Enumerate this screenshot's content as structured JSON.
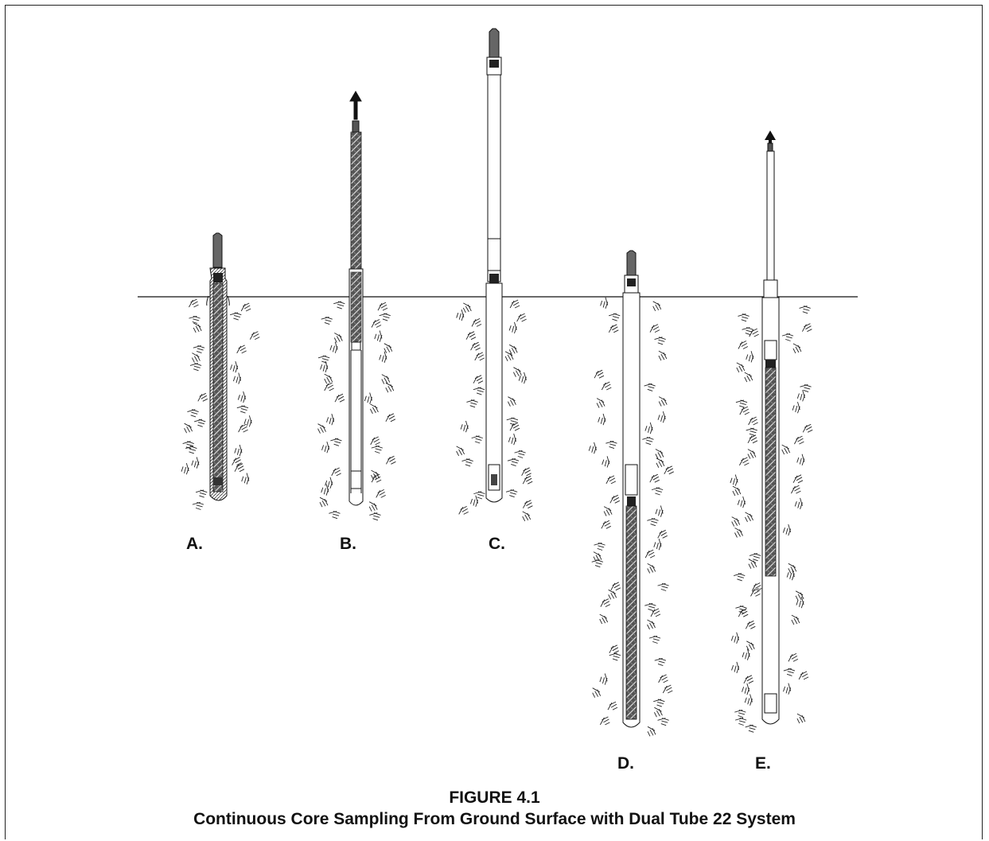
{
  "figure": {
    "number": "FIGURE 4.1",
    "caption": "Continuous Core Sampling From Ground Surface with Dual Tube 22 System"
  },
  "panels": [
    {
      "label": "A."
    },
    {
      "label": "B."
    },
    {
      "label": "C."
    },
    {
      "label": "D."
    },
    {
      "label": "E."
    }
  ]
}
